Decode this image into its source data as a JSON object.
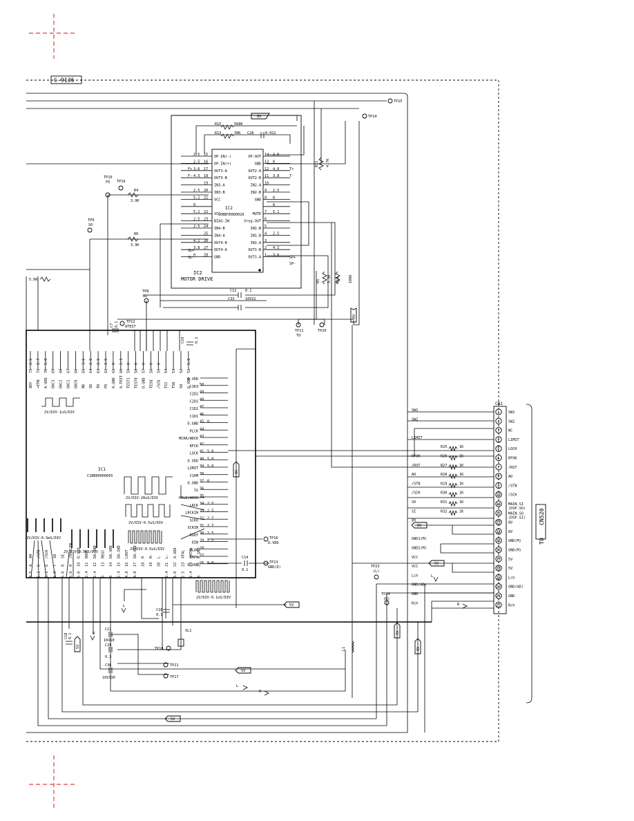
{
  "board": {
    "title": "C-9136"
  },
  "ic2": {
    "ref": "IC2",
    "part": "C0BBYD0D0020",
    "function": "MOTOR DRIVE",
    "left_pins": [
      {
        "v": "2.5",
        "n": "15",
        "s": "OP-IN(-)"
      },
      {
        "v": "2.5",
        "n": "16",
        "s": "OP-IN(+)"
      },
      {
        "v": "3.6",
        "n": "17",
        "s": "OUT3-A"
      },
      {
        "v": "4.3",
        "n": "18",
        "s": "OUT3-B"
      },
      {
        "v": "",
        "n": "19",
        "s": "IN3-A"
      },
      {
        "v": "2.5",
        "n": "20",
        "s": "IN3-B"
      },
      {
        "v": "5.2",
        "n": "21",
        "s": "VCC"
      },
      {
        "v": "0",
        "n": "",
        "s": ""
      },
      {
        "v": "5.2",
        "n": "22",
        "s": "VCC"
      },
      {
        "v": "2.5",
        "n": "23",
        "s": "BIAS-IN"
      },
      {
        "v": "2.5",
        "n": "24",
        "s": "IN4-B"
      },
      {
        "v": "",
        "n": "25",
        "s": "IN4-A"
      },
      {
        "v": "4.1",
        "n": "26",
        "s": "OUT4-B"
      },
      {
        "v": "3.8",
        "n": "27",
        "s": "OUT4-A"
      },
      {
        "v": "0",
        "n": "28",
        "s": "GND"
      }
    ],
    "right_pins": [
      {
        "n": "14",
        "v": "2.5",
        "s": "OP-OUT"
      },
      {
        "n": "13",
        "v": "0",
        "s": "GND"
      },
      {
        "n": "12",
        "v": "4.0",
        "s": "OUT2-A"
      },
      {
        "n": "11",
        "v": "3.8",
        "s": "OUT2-B"
      },
      {
        "n": "10",
        "v": "",
        "s": "IN2-A"
      },
      {
        "n": "9",
        "v": "2.5",
        "s": "IN2-B"
      },
      {
        "n": "8",
        "v": "0",
        "s": "GND"
      },
      {
        "n": "",
        "v": "0",
        "s": ""
      },
      {
        "n": "7",
        "v": "5.1",
        "s": "MUTE"
      },
      {
        "n": "6",
        "v": "",
        "s": "Vreg-OUT"
      },
      {
        "n": "5",
        "v": "",
        "s": "IN1-B"
      },
      {
        "n": "4",
        "v": "2.5",
        "s": "IN1-B"
      },
      {
        "n": "3",
        "v": "",
        "s": "IN1-A"
      },
      {
        "n": "2",
        "v": "4.1",
        "s": "OUT1-B"
      },
      {
        "n": "1",
        "v": "3.6",
        "s": "OUT1-A"
      }
    ],
    "left_nets": [
      "F+",
      "F-",
      "SL+",
      "SL-"
    ],
    "right_nets": [
      "T+",
      "T-",
      "SP+",
      "SP-"
    ]
  },
  "ic1": {
    "ref": "IC1",
    "part": "C1BB00000665",
    "right_pins": [
      {
        "n": "",
        "v": "",
        "s": "D.VDD"
      },
      {
        "n": "50",
        "v": "",
        "s": "C3D3"
      },
      {
        "n": "49",
        "v": "",
        "s": "C2D2"
      },
      {
        "n": "48",
        "v": "",
        "s": "C2D1"
      },
      {
        "n": "47",
        "v": "",
        "s": "C1D2"
      },
      {
        "n": "46",
        "v": "",
        "s": "C1D1"
      },
      {
        "n": "45",
        "v": "0",
        "s": "D.GND"
      },
      {
        "n": "44",
        "v": "",
        "s": "PLCK"
      },
      {
        "n": "43",
        "v": "",
        "s": "MCRR/WDCK"
      },
      {
        "n": "42",
        "v": "",
        "s": "RFCK"
      },
      {
        "n": "41",
        "v": "5.0",
        "s": "LOCK"
      },
      {
        "n": "40",
        "v": "5.0",
        "s": "D.VDD"
      },
      {
        "n": "39",
        "v": "5.0",
        "s": "LIMIT"
      },
      {
        "n": "38",
        "v": "",
        "s": "C16M"
      },
      {
        "n": "37",
        "v": "0",
        "s": "D.GND"
      },
      {
        "n": "36",
        "v": "",
        "s": "TX"
      },
      {
        "n": "35",
        "v": "",
        "s": "HOLD/WOCK"
      },
      {
        "n": "34",
        "v": "2.5",
        "s": "LRCK"
      },
      {
        "n": "33",
        "v": "2.5",
        "s": "LRCKIN"
      },
      {
        "n": "32",
        "v": "2.7",
        "s": "SCKO"
      },
      {
        "n": "31",
        "v": "2.7",
        "s": "SCKIN"
      },
      {
        "n": "30",
        "v": "2.5",
        "s": "DOUT"
      },
      {
        "n": "29",
        "v": "2.5",
        "s": "DIN"
      },
      {
        "n": "28",
        "v": "",
        "s": "FLAG"
      },
      {
        "n": "27",
        "v": "",
        "s": "EMPH"
      },
      {
        "n": "26",
        "v": "5.0",
        "s": "D.VDD"
      }
    ],
    "top_pins": [
      {
        "v": "2.5",
        "n": "72",
        "s": "ADY"
      },
      {
        "v": "2.7",
        "n": "71",
        "s": "+ETN"
      },
      {
        "v": "5.0",
        "n": "70",
        "s": "A.VDD"
      },
      {
        "v": "",
        "n": "69",
        "s": "OAC3"
      },
      {
        "v": "",
        "n": "68",
        "s": "OAC2"
      },
      {
        "v": "",
        "n": "67",
        "s": "OAC1"
      },
      {
        "v": "",
        "n": "66",
        "s": "OAC0"
      },
      {
        "v": "3.6",
        "n": "65",
        "s": "MD"
      },
      {
        "v": "2.5",
        "n": "64",
        "s": "SD"
      },
      {
        "v": "2.5",
        "n": "63",
        "s": "TD"
      },
      {
        "v": "2.5",
        "n": "62",
        "s": "FD"
      },
      {
        "v": "0",
        "n": "61",
        "s": "A.GND"
      },
      {
        "v": "2.1",
        "n": "60",
        "s": "A.TEST"
      },
      {
        "v": "0",
        "n": "59",
        "s": "TEST1"
      },
      {
        "v": "0",
        "n": "58",
        "s": "TEST0"
      },
      {
        "v": "0",
        "n": "57",
        "s": "D.GND"
      },
      {
        "v": "0",
        "n": "56",
        "s": "TESQ"
      },
      {
        "v": "0",
        "n": "55",
        "s": "/SCK"
      },
      {
        "v": "",
        "n": "54",
        "s": "TS1"
      },
      {
        "v": "",
        "n": "53",
        "s": "TS0"
      },
      {
        "v": "",
        "n": "52",
        "s": "SO"
      },
      {
        "v": "5.0",
        "n": "51",
        "s": "D.VDD"
      }
    ],
    "bottom_pins": [
      {
        "v": "4.5",
        "n": "4",
        "s": "AO"
      },
      {
        "v": "5.1",
        "n": "5",
        "s": "/STB"
      },
      {
        "v": "5.1",
        "n": "6",
        "s": "/SCK"
      },
      {
        "v": "5.0",
        "n": "7",
        "s": "SO"
      },
      {
        "v": "5.0",
        "n": "8",
        "s": "SI"
      },
      {
        "v": "5.0",
        "n": "9",
        "s": "/XTALEN"
      },
      {
        "v": "5.0",
        "n": "10",
        "s": "D.VDD"
      },
      {
        "v": "2.4",
        "n": "11",
        "s": "ROUT"
      },
      {
        "v": "2.4",
        "n": "12",
        "s": "DA.GND"
      },
      {
        "v": "0",
        "n": "13",
        "s": "REGC"
      },
      {
        "v": "0",
        "n": "14",
        "s": "DA.VDD"
      },
      {
        "v": "2.4",
        "n": "15",
        "s": "DA.GND"
      },
      {
        "v": "4.8",
        "n": "16",
        "s": "LOUT"
      },
      {
        "v": "4.8",
        "n": "17",
        "s": "DA.VDD"
      },
      {
        "v": "",
        "n": "18",
        "s": "R"
      },
      {
        "v": "",
        "n": "19",
        "s": "R-"
      },
      {
        "v": "",
        "n": "20",
        "s": "L"
      },
      {
        "v": "2.4",
        "n": "21",
        "s": "L-"
      },
      {
        "v": "5.0",
        "n": "22",
        "s": "X.VDD"
      },
      {
        "v": "2.5",
        "n": "23",
        "s": "XTAL"
      },
      {
        "v": "2.4",
        "n": "24",
        "s": "/XTAL"
      },
      {
        "v": "0",
        "n": "25",
        "s": "X.GND"
      }
    ]
  },
  "cn1": {
    "ref": "CN1",
    "pins": [
      {
        "n": "1",
        "s": "SW1",
        "net": "SW1",
        "r": "",
        "rv": ""
      },
      {
        "n": "2",
        "s": "SW2",
        "net": "SW2",
        "r": "",
        "rv": ""
      },
      {
        "n": "3",
        "s": "NC",
        "net": "",
        "r": "",
        "rv": ""
      },
      {
        "n": "4",
        "s": "LIMIT",
        "net": "LIMIT",
        "r": "",
        "rv": ""
      },
      {
        "n": "5",
        "s": "LOCK",
        "net": "",
        "r": "R25",
        "rv": "1K"
      },
      {
        "n": "6",
        "s": "RFOK",
        "net": "RFOK",
        "r": "R26",
        "rv": "1K"
      },
      {
        "n": "7",
        "s": "/RST",
        "net": "/RST",
        "r": "R27",
        "rv": "1K"
      },
      {
        "n": "8",
        "s": "AO",
        "net": "AO",
        "r": "R28",
        "rv": "1K"
      },
      {
        "n": "9",
        "s": "/STB",
        "net": "/STB",
        "r": "R29",
        "rv": "1K"
      },
      {
        "n": "10",
        "s": "/SCK",
        "net": "/SCK",
        "r": "R30",
        "rv": "1K"
      },
      {
        "n": "11",
        "s": "MAIN.SI (DSP.SO)",
        "net": "SO",
        "r": "R31",
        "rv": "1K"
      },
      {
        "n": "12",
        "s": "MAIN.SO (DSP.SI)",
        "net": "SI",
        "r": "R32",
        "rv": "1K"
      },
      {
        "n": "13",
        "s": "8V",
        "net": "8V",
        "r": "",
        "rv": ""
      },
      {
        "n": "14",
        "s": "8V",
        "net": "",
        "r": "",
        "rv": ""
      },
      {
        "n": "15",
        "s": "GND(M)",
        "net": "GND1(M)",
        "r": "",
        "rv": ""
      },
      {
        "n": "16",
        "s": "GND(M)",
        "net": "GND2(M)",
        "r": "",
        "rv": ""
      },
      {
        "n": "17",
        "s": "5V",
        "net": "VCC",
        "r": "",
        "rv": ""
      },
      {
        "n": "18",
        "s": "5V",
        "net": "VCC",
        "r": "",
        "rv": ""
      },
      {
        "n": "19",
        "s": "Lch",
        "net": "Lch",
        "r": "",
        "rv": ""
      },
      {
        "n": "20",
        "s": "GND(AD)",
        "net": "GND(AD)",
        "r": "",
        "rv": ""
      },
      {
        "n": "21",
        "s": "GND",
        "net": "GND",
        "r": "",
        "rv": ""
      },
      {
        "n": "22",
        "s": "Rch",
        "net": "Rch",
        "r": "",
        "rv": ""
      }
    ],
    "to_label": "TO",
    "to_connector": "CN520"
  },
  "passives": {
    "r15": {
      "ref": "R15",
      "val": "560K"
    },
    "r13": {
      "ref": "R13",
      "val": "39K"
    },
    "c28": {
      "ref": "C28",
      "val": "0.022"
    },
    "r21": {
      "ref": "R21",
      "val": "4.7K"
    },
    "r4": {
      "ref": "R4",
      "val": "3.9K"
    },
    "r6": {
      "ref": "R6",
      "val": "3.9K"
    },
    "r5": {
      "ref": "R5",
      "val": "3.3K"
    },
    "r14": {
      "ref": "R14",
      "val": "100K"
    },
    "c12": {
      "ref": "C12",
      "val": "0.1"
    },
    "c33": {
      "ref": "C33",
      "val": "10V22"
    },
    "c7": {
      "ref": "C7",
      "val": "0.1"
    },
    "c19": {
      "ref": "C19",
      "val": "0.1"
    },
    "c14": {
      "ref": "C14",
      "val": "0.1"
    },
    "c16": {
      "ref": "C16",
      "val": "0.1"
    },
    "c18": {
      "ref": "C18",
      "val": "0.1"
    },
    "c21": {
      "ref": "C21",
      "val": "16V10"
    },
    "c29": {
      "ref": "C29",
      "val": "0.3"
    },
    "c36": {
      "ref": "C36",
      "val": "10V330"
    },
    "x1": {
      "ref": "XL1"
    },
    "l1": {
      "ref": "L1"
    },
    "r_sk": {
      "val": "5.6K"
    }
  },
  "test_points": {
    "tp15": {
      "name": "TP15"
    },
    "tp14": {
      "name": "TP14"
    },
    "tp10": {
      "name": "TP10",
      "sig": "FO"
    },
    "tp19": {
      "name": "TP19"
    },
    "tp9": {
      "name": "TP9",
      "sig": "SO"
    },
    "tp8": {
      "name": "TP8",
      "sig": "MD"
    },
    "tp11": {
      "name": "TP11",
      "sig": "TO"
    },
    "tp20": {
      "name": "TP20"
    },
    "tp12": {
      "name": "TP12",
      "sig": "ATEST"
    },
    "tp16": {
      "name": "TP16",
      "sig": "D.VDD"
    },
    "tp13": {
      "name": "TP13",
      "sig": "GND(D)"
    },
    "tp23": {
      "name": "TP23",
      "sig": "(L)"
    },
    "tp24": {
      "name": "TP24",
      "sig": "(R)"
    },
    "tp18": {
      "name": "TP18"
    },
    "tp21": {
      "name": "TP21"
    },
    "tp17": {
      "name": "TP17"
    }
  },
  "nets": {
    "v8": "8V",
    "v5": "5V",
    "l": "L",
    "r": "R"
  },
  "waveforms": {
    "w1": "2V/DIV-1uS/DIV",
    "w2": "2V/DIV-20uS/DIV",
    "w3": "2V/DIV-0.5uS/DIV",
    "w4": "2V/DIV-0.5uS/DIV",
    "w5": "2V/DIV-0.1uS/DIV",
    "w6": "2V/DIV-0.5mS/DIV",
    "w7": "2V/DIV-0.5mS/DIV"
  }
}
